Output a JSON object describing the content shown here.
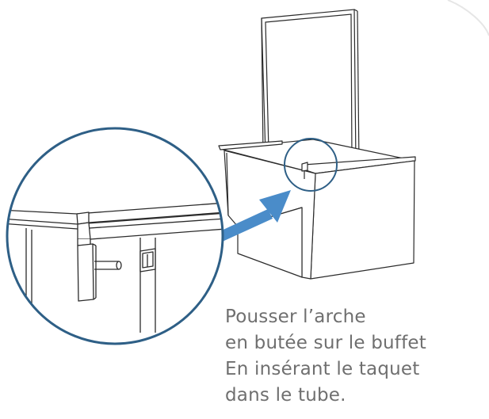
{
  "instruction": {
    "lines": [
      "Pousser l’arche",
      "en butée sur le buffet",
      "En insérant le taquet",
      "dans le tube."
    ]
  },
  "colors": {
    "circle_stroke": "#2e5f86",
    "arrow_fill": "#4a8cc9",
    "line_stroke": "#2b2b2b",
    "text": "#6f6f6f"
  }
}
